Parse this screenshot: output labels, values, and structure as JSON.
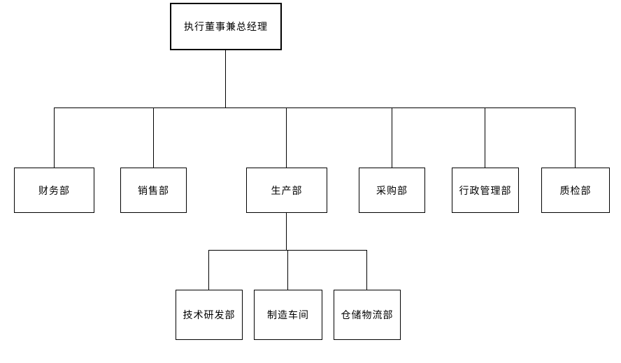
{
  "org_chart": {
    "root": {
      "label": "执行董事兼总经理",
      "children": [
        {
          "label": "财务部"
        },
        {
          "label": "销售部"
        },
        {
          "label": "生产部",
          "children": [
            {
              "label": "技术研发部"
            },
            {
              "label": "制造车间"
            },
            {
              "label": "仓储物流部"
            }
          ]
        },
        {
          "label": "采购部"
        },
        {
          "label": "行政管理部"
        },
        {
          "label": "质检部"
        }
      ]
    },
    "style": {
      "background": "#ffffff",
      "box_fill": "#ffffff",
      "box_border": "#000000",
      "line_color": "#000000",
      "text_color": "#000000"
    }
  }
}
